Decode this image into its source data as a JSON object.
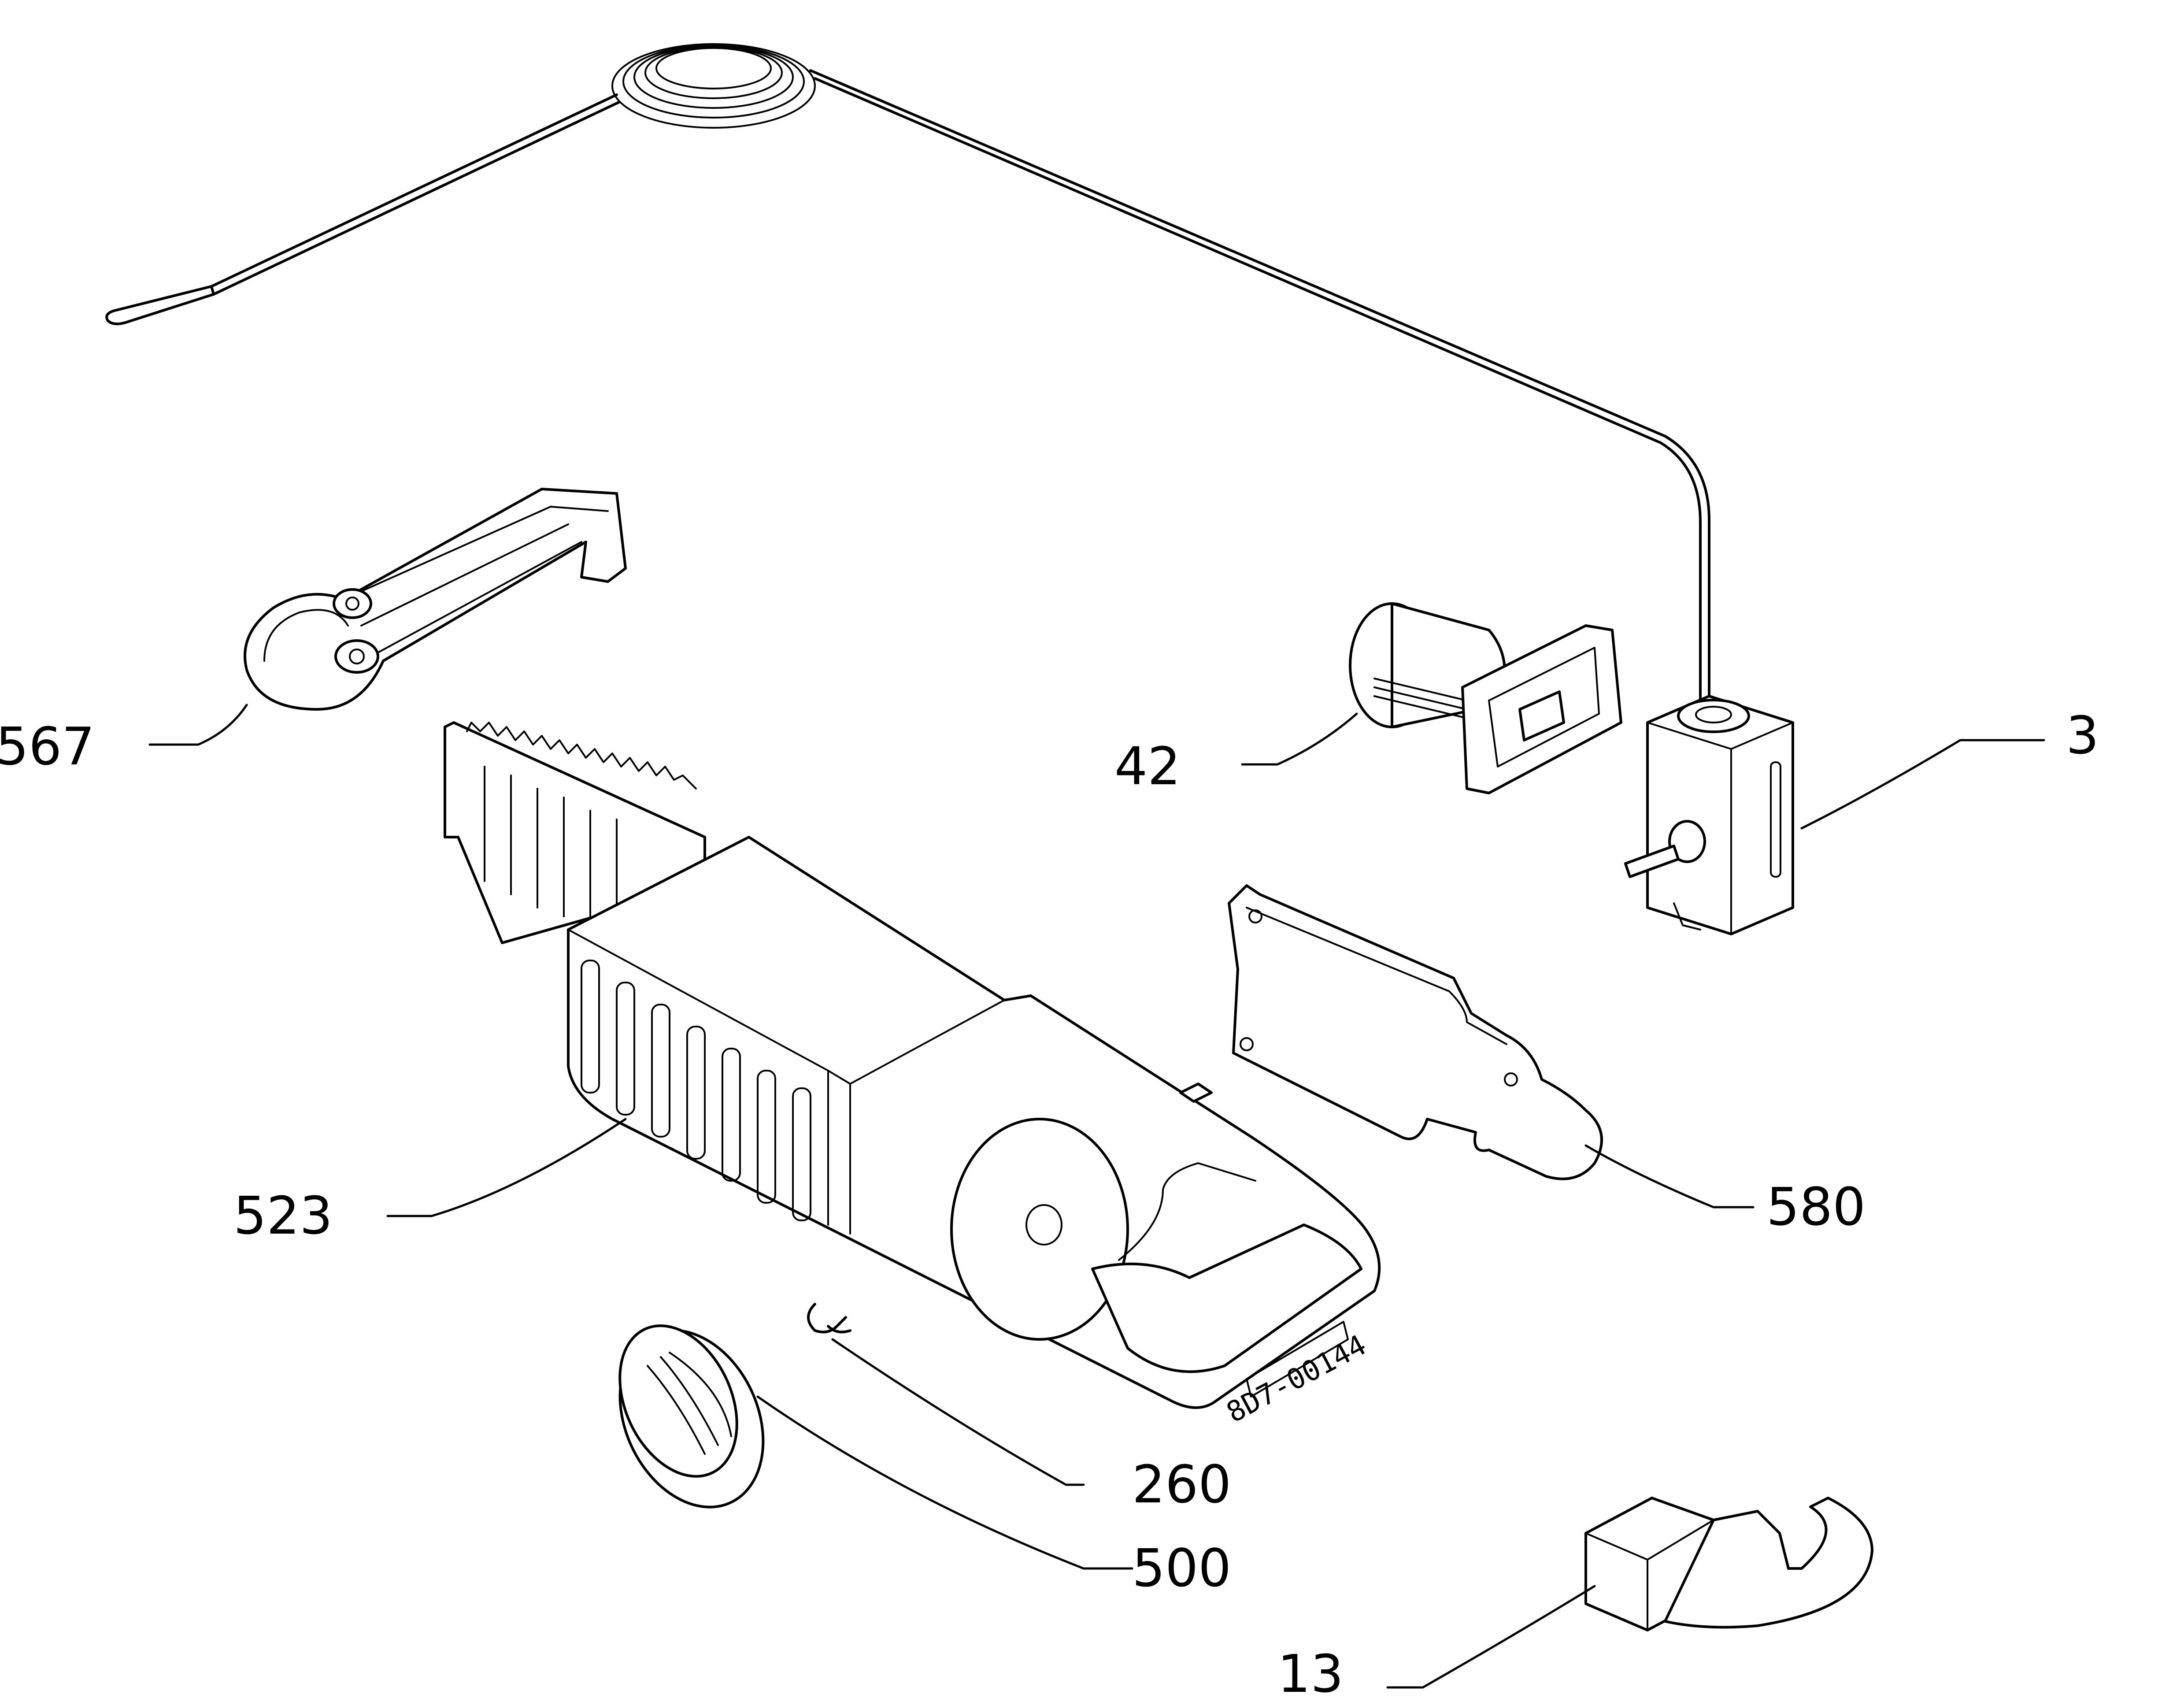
{
  "diagram": {
    "drawing_code": "8D7-00144",
    "callouts": [
      {
        "id": "567",
        "label": "567"
      },
      {
        "id": "42",
        "label": "42"
      },
      {
        "id": "3",
        "label": "3"
      },
      {
        "id": "523",
        "label": "523"
      },
      {
        "id": "580",
        "label": "580"
      },
      {
        "id": "260",
        "label": "260"
      },
      {
        "id": "500",
        "label": "500"
      },
      {
        "id": "13",
        "label": "13"
      }
    ]
  }
}
